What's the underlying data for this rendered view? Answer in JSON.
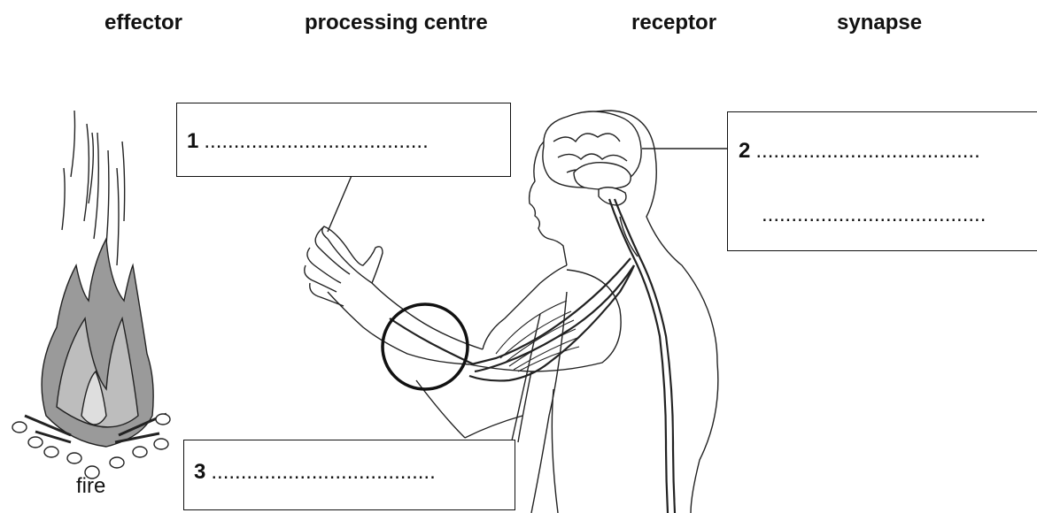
{
  "word_bank": [
    "effector",
    "processing centre",
    "receptor",
    "synapse"
  ],
  "labels": [
    {
      "number": "1",
      "dots": "......................................"
    },
    {
      "number": "2",
      "dots": "......................................",
      "dots2": "......................................"
    },
    {
      "number": "3",
      "dots": "......................................"
    }
  ],
  "fire_label": "fire",
  "icons": [
    "fire-illustration",
    "human-figure-illustration",
    "brain-icon",
    "spinal-cord-icon",
    "muscle-icon",
    "highlight-circle"
  ]
}
